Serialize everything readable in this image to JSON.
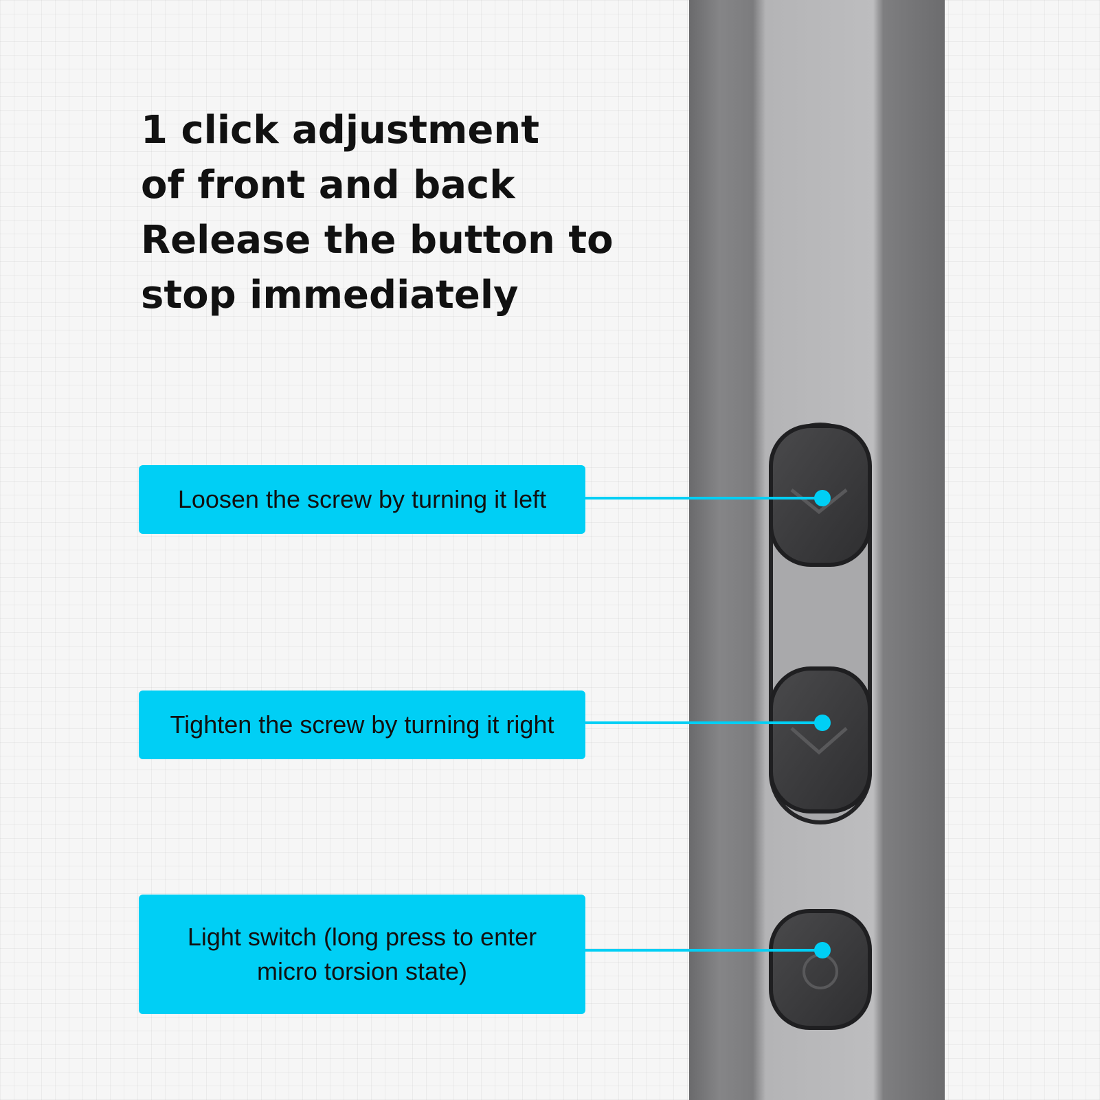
{
  "headline": {
    "lines": [
      "1 click adjustment",
      "of front and back",
      "Release the button to",
      "stop immediately"
    ]
  },
  "callouts": [
    {
      "lines": [
        "Loosen the screw by turning it left"
      ]
    },
    {
      "lines": [
        "Tighten the screw by turning it right"
      ]
    },
    {
      "lines": [
        "Light switch (long press to enter",
        "micro torsion state)"
      ]
    }
  ],
  "colors": {
    "accent": "#00cff5",
    "text": "#111111",
    "background": "#f6f6f6",
    "rail": "#7a7a7c",
    "rail_face": "#b9b9bb",
    "button": "#3c3c3e"
  },
  "icons": {
    "button_1": "chevron-up-icon",
    "button_2": "chevron-down-icon",
    "button_3": "circle-icon"
  }
}
